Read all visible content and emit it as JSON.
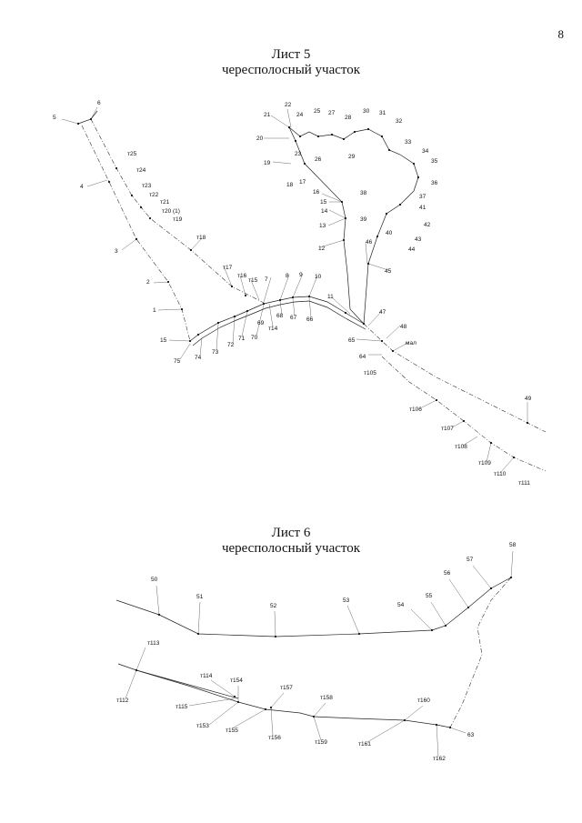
{
  "page_number": "8",
  "sheet5": {
    "title": "Лист 5",
    "subtitle": "чересполосный участок"
  },
  "sheet6": {
    "title": "Лист 6",
    "subtitle": "чересполосный участок"
  },
  "labels5": [
    {
      "id": "5",
      "t": "5"
    },
    {
      "id": "6",
      "t": "6"
    },
    {
      "id": "4",
      "t": "4"
    },
    {
      "id": "3",
      "t": "3"
    },
    {
      "id": "2",
      "t": "2"
    },
    {
      "id": "1",
      "t": "1"
    },
    {
      "id": "15a",
      "t": "15"
    },
    {
      "id": "75",
      "t": "75"
    },
    {
      "id": "74",
      "t": "74"
    },
    {
      "id": "73",
      "t": "73"
    },
    {
      "id": "72",
      "t": "72"
    },
    {
      "id": "71",
      "t": "71"
    },
    {
      "id": "70",
      "t": "70"
    },
    {
      "id": "69",
      "t": "69"
    },
    {
      "id": "68",
      "t": "68"
    },
    {
      "id": "67",
      "t": "67"
    },
    {
      "id": "66",
      "t": "66"
    },
    {
      "id": "t14",
      "t": "т14"
    },
    {
      "id": "t15",
      "t": "т15"
    },
    {
      "id": "t16",
      "t": "т16"
    },
    {
      "id": "t17",
      "t": "т17"
    },
    {
      "id": "t18",
      "t": "т18"
    },
    {
      "id": "t19",
      "t": "т19"
    },
    {
      "id": "t20",
      "t": "т20 (1)"
    },
    {
      "id": "t21",
      "t": "т21"
    },
    {
      "id": "t22",
      "t": "т22"
    },
    {
      "id": "t23",
      "t": "т23"
    },
    {
      "id": "t24",
      "t": "т24"
    },
    {
      "id": "t25",
      "t": "т25"
    },
    {
      "id": "7",
      "t": "7"
    },
    {
      "id": "8",
      "t": "8"
    },
    {
      "id": "9",
      "t": "9"
    },
    {
      "id": "10",
      "t": "10"
    },
    {
      "id": "11",
      "t": "11"
    },
    {
      "id": "12",
      "t": "12"
    },
    {
      "id": "13",
      "t": "13"
    },
    {
      "id": "14",
      "t": "14"
    },
    {
      "id": "15",
      "t": "15"
    },
    {
      "id": "16",
      "t": "16"
    },
    {
      "id": "17",
      "t": "17"
    },
    {
      "id": "18",
      "t": "18"
    },
    {
      "id": "19",
      "t": "19"
    },
    {
      "id": "20",
      "t": "20"
    },
    {
      "id": "21",
      "t": "21"
    },
    {
      "id": "22",
      "t": "22"
    },
    {
      "id": "23",
      "t": "23"
    },
    {
      "id": "24",
      "t": "24"
    },
    {
      "id": "25",
      "t": "25"
    },
    {
      "id": "26",
      "t": "26"
    },
    {
      "id": "27",
      "t": "27"
    },
    {
      "id": "28",
      "t": "28"
    },
    {
      "id": "29",
      "t": "29"
    },
    {
      "id": "30",
      "t": "30"
    },
    {
      "id": "31",
      "t": "31"
    },
    {
      "id": "32",
      "t": "32"
    },
    {
      "id": "33",
      "t": "33"
    },
    {
      "id": "34",
      "t": "34"
    },
    {
      "id": "35",
      "t": "35"
    },
    {
      "id": "36",
      "t": "36"
    },
    {
      "id": "37",
      "t": "37"
    },
    {
      "id": "38",
      "t": "38"
    },
    {
      "id": "39",
      "t": "39"
    },
    {
      "id": "40",
      "t": "40"
    },
    {
      "id": "41",
      "t": "41"
    },
    {
      "id": "42",
      "t": "42"
    },
    {
      "id": "43",
      "t": "43"
    },
    {
      "id": "44",
      "t": "44"
    },
    {
      "id": "45",
      "t": "45"
    },
    {
      "id": "46",
      "t": "46"
    },
    {
      "id": "47",
      "t": "47"
    },
    {
      "id": "48",
      "t": "48"
    },
    {
      "id": "65",
      "t": "65"
    },
    {
      "id": "64",
      "t": "64"
    },
    {
      "id": "mal",
      "t": "мал"
    },
    {
      "id": "t105",
      "t": "т105"
    },
    {
      "id": "t106",
      "t": "т106"
    },
    {
      "id": "t107",
      "t": "т107"
    },
    {
      "id": "t108",
      "t": "т108"
    },
    {
      "id": "t109",
      "t": "т109"
    },
    {
      "id": "t110",
      "t": "т110"
    },
    {
      "id": "t111",
      "t": "т111"
    },
    {
      "id": "49",
      "t": "49"
    }
  ],
  "labels6": [
    {
      "id": "50",
      "t": "50"
    },
    {
      "id": "51",
      "t": "51"
    },
    {
      "id": "52",
      "t": "52"
    },
    {
      "id": "53",
      "t": "53"
    },
    {
      "id": "54",
      "t": "54"
    },
    {
      "id": "55",
      "t": "55"
    },
    {
      "id": "56",
      "t": "56"
    },
    {
      "id": "57",
      "t": "57"
    },
    {
      "id": "58",
      "t": "58"
    },
    {
      "id": "t113",
      "t": "т113"
    },
    {
      "id": "t112",
      "t": "т112"
    },
    {
      "id": "t114",
      "t": "т114"
    },
    {
      "id": "t154",
      "t": "т154"
    },
    {
      "id": "t157",
      "t": "т157"
    },
    {
      "id": "t158",
      "t": "т158"
    },
    {
      "id": "t115",
      "t": "т115"
    },
    {
      "id": "t153",
      "t": "т153"
    },
    {
      "id": "t155",
      "t": "т155"
    },
    {
      "id": "t156",
      "t": "т156"
    },
    {
      "id": "t159",
      "t": "т159"
    },
    {
      "id": "t160",
      "t": "т160"
    },
    {
      "id": "t161",
      "t": "т161"
    },
    {
      "id": "t162",
      "t": "т162"
    },
    {
      "id": "63",
      "t": "63"
    }
  ]
}
